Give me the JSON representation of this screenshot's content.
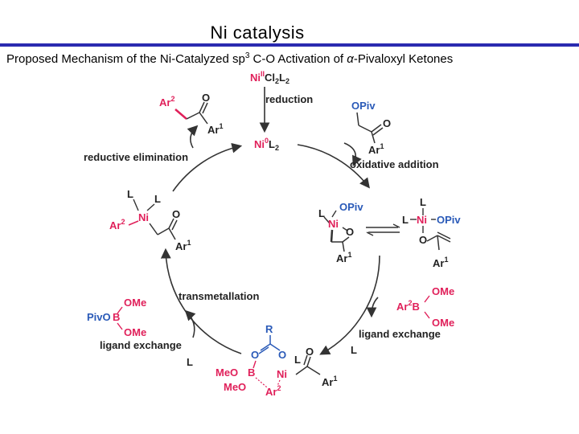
{
  "slide": {
    "title": "Ni catalysis",
    "subtitle_prefix": "Proposed Mechanism of the Ni-Catalyzed sp",
    "subtitle_sup": "3",
    "subtitle_mid": " C-O Activation of ",
    "subtitle_alpha": "α",
    "subtitle_suffix": "-Pivaloxyl Ketones"
  },
  "steps": {
    "reduction": "reduction",
    "oxidative_addition": "oxidative addition",
    "reductive_elimination": "reductive elimination",
    "transmetallation": "transmetallation",
    "ligand_exchange_left": "ligand exchange",
    "ligand_exchange_right": "ligand exchange"
  },
  "species": {
    "precatalyst_ni": "Ni",
    "precatalyst_ox": "II",
    "precatalyst_cl": "Cl",
    "precatalyst_cl_n": "2",
    "precatalyst_l": "L",
    "precatalyst_l_n": "2",
    "catalyst_ni": "Ni",
    "catalyst_ox": "0",
    "catalyst_l": "L",
    "catalyst_l_n": "2",
    "ar1": "Ar",
    "ar1_n": "1",
    "ar2": "Ar",
    "ar2_n": "2",
    "opiv": "OPiv",
    "ome": "OMe",
    "o": "O",
    "b": "B",
    "l": "L",
    "r": "R",
    "ni": "Ni",
    "pivo": "PivO",
    "meo": "MeO"
  },
  "colors": {
    "arrow": "#333333",
    "blue": "#2a5ab8",
    "magenta": "#e0205a",
    "rule": "#2a2ab0"
  }
}
